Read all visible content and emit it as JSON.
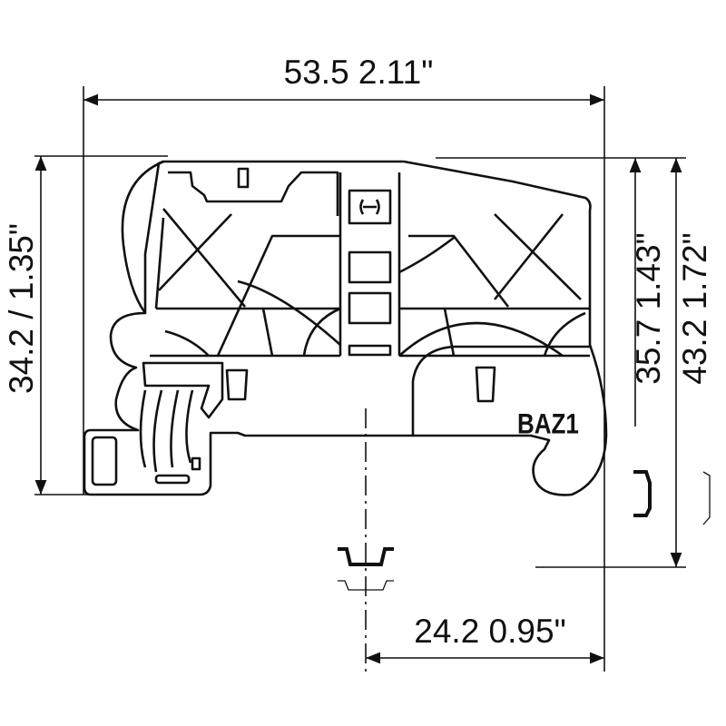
{
  "drawing": {
    "part_label": "BAZ1",
    "dimensions": {
      "width_overall": "53.5  2.11\"",
      "height_left": "34.2 / 1.35\"",
      "height_right_inner": "35.7  1.43\"",
      "height_right_outer": "43.2  1.72\"",
      "rail_offset": "24.2  0.95\""
    }
  }
}
